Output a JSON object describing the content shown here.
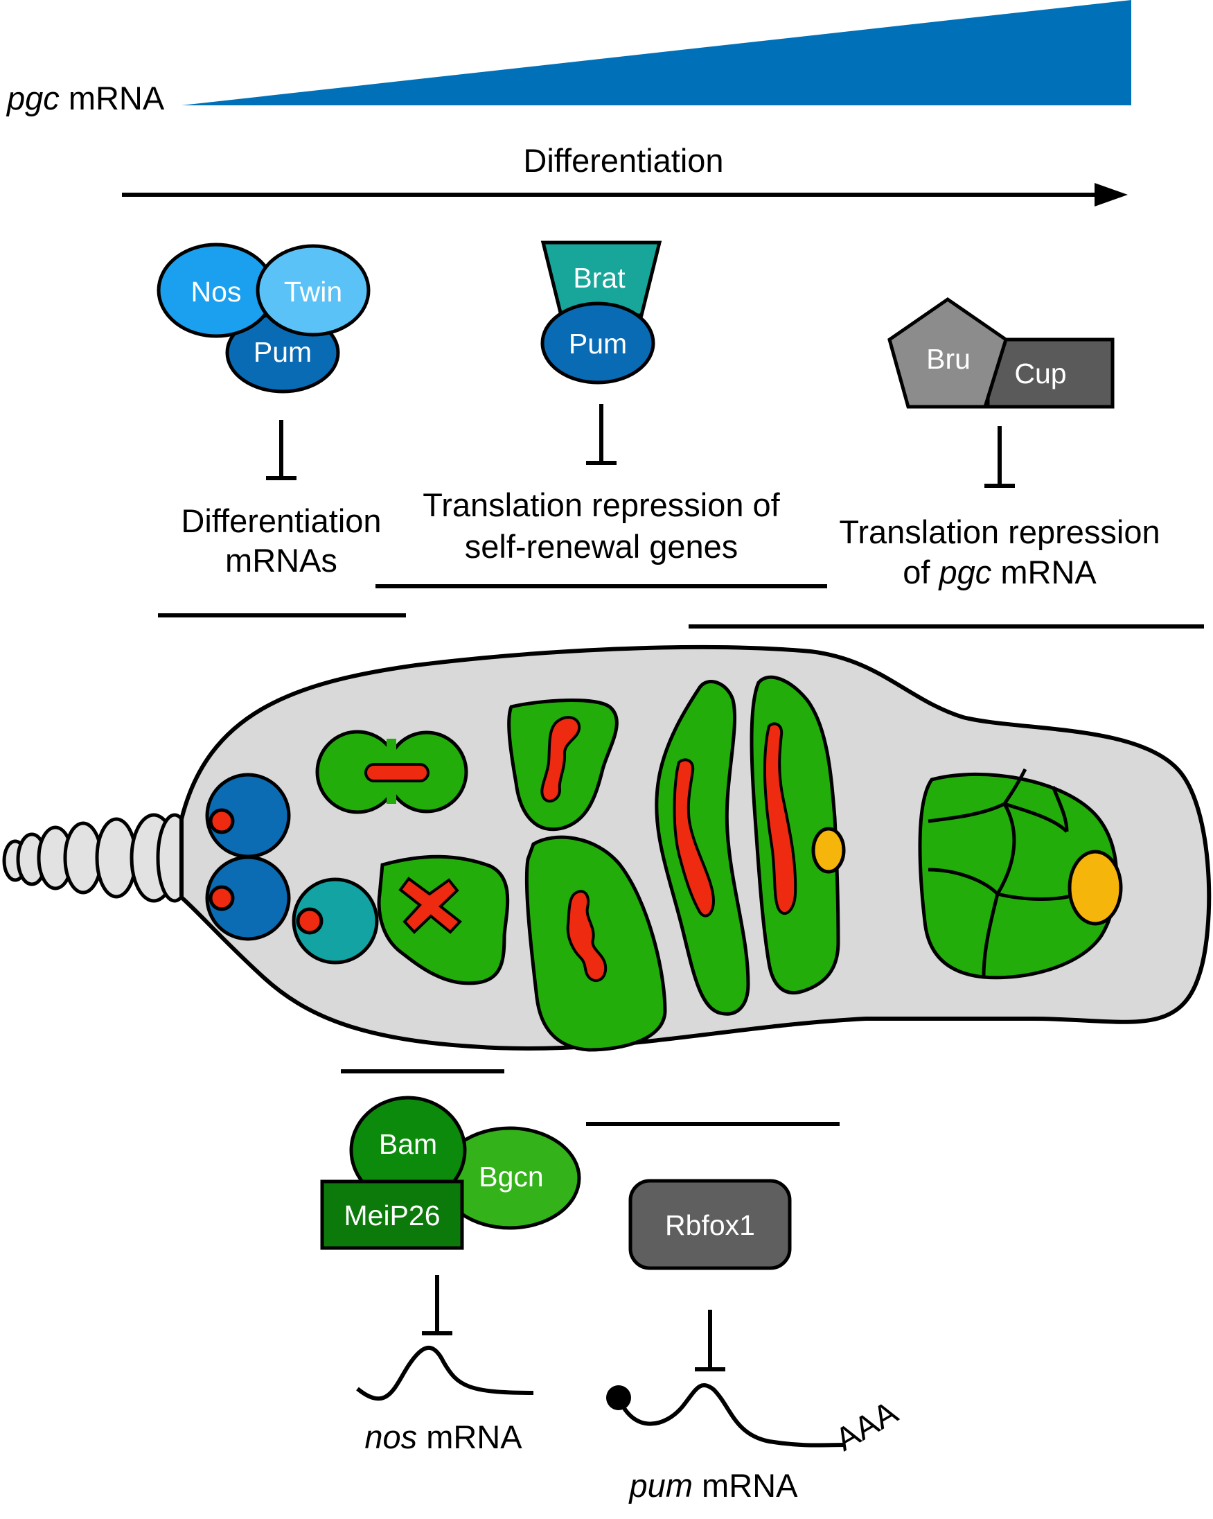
{
  "gradient": {
    "label_italic": "pgc",
    "label_rest": " mRNA",
    "color": "#0071b9"
  },
  "axis": {
    "label": "Differentiation"
  },
  "complexes": {
    "nos_twin_pum": {
      "nos": "Nos",
      "twin": "Twin",
      "pum": "Pum",
      "target_line1": "Differentiation",
      "target_line2": "mRNAs"
    },
    "brat_pum": {
      "brat": "Brat",
      "pum": "Pum",
      "target_line1": "Translation repression of",
      "target_line2": "self-renewal genes"
    },
    "bru_cup": {
      "bru": "Bru",
      "cup": "Cup",
      "target_line1": "Translation repression",
      "target_line2_prefix": "of ",
      "target_line2_italic": "pgc",
      "target_line2_suffix": " mRNA"
    },
    "bam_bgcn_meip26": {
      "bam": "Bam",
      "bgcn": "Bgcn",
      "meip26": "MeiP26",
      "target_italic": "nos",
      "target_rest": " mRNA"
    },
    "rbfox1": {
      "label": "Rbfox1",
      "target_italic": "pum",
      "target_rest": " mRNA",
      "polya": "AAA"
    }
  },
  "colors": {
    "nos": "#1aa0ee",
    "twin": "#5bc2f7",
    "pum": "#0a6bb5",
    "brat": "#18a59a",
    "bru": "#8c8c8c",
    "cup": "#5a5a5a",
    "bam": "#0b8a0b",
    "bgcn": "#33b21a",
    "meip26": "#0b7a0b",
    "rbfox1": "#5f5f5f",
    "germarium": "#d9d9d9",
    "cyst": "#22ad0a",
    "fusome": "#ee2a10",
    "oocyte": "#f6b50a",
    "gsc": "#0b6cb4",
    "cystoblast": "#13a3a3"
  }
}
